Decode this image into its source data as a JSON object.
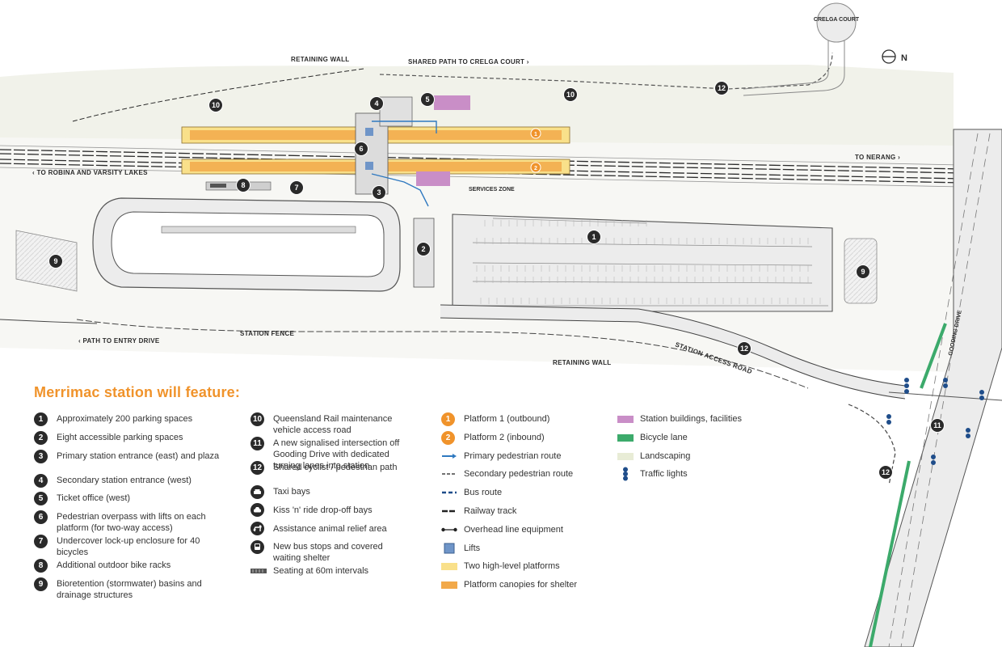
{
  "map": {
    "labels": {
      "crelga_court": "CRELGA COURT",
      "retaining_wall_top": "RETAINING WALL",
      "shared_path": "SHARED PATH TO CRELGA COURT ›",
      "to_robina": "‹ TO ROBINA AND VARSITY LAKES",
      "to_nerang": "TO NERANG ›",
      "services_zone": "SERVICES ZONE",
      "station_fence": "STATION FENCE",
      "path_to_entry": "‹ PATH TO ENTRY DRIVE",
      "retaining_wall_bottom": "RETAINING WALL",
      "station_access_road": "STATION ACCESS ROAD",
      "gooding_drive": "GOODING DRIVE",
      "north": "N"
    },
    "markers": [
      "1",
      "2",
      "3",
      "4",
      "5",
      "6",
      "7",
      "8",
      "9",
      "9",
      "10",
      "10",
      "11",
      "12",
      "12",
      "12",
      "1",
      "2"
    ]
  },
  "legend": {
    "title": "Merrimac station will feature:",
    "col1": [
      {
        "badge": "1",
        "text": "Approximately 200 parking spaces"
      },
      {
        "badge": "2",
        "text": "Eight accessible parking spaces"
      },
      {
        "badge": "3",
        "text": "Primary station entrance (east) and plaza"
      },
      {
        "badge": "4",
        "text": "Secondary station entrance (west)"
      },
      {
        "badge": "5",
        "text": "Ticket office (west)"
      },
      {
        "badge": "6",
        "text": "Pedestrian overpass with lifts on each platform (for two-way access)"
      },
      {
        "badge": "7",
        "text": "Undercover lock-up enclosure for 40 bicycles"
      },
      {
        "badge": "8",
        "text": "Additional outdoor bike racks"
      },
      {
        "badge": "9",
        "text": "Bioretention (stormwater) basins and drainage structures"
      }
    ],
    "col2": [
      {
        "badge": "10",
        "text": "Queensland Rail maintenance vehicle access road"
      },
      {
        "badge": "11",
        "text": "A new signalised intersection off Gooding Drive with dedicated turning lanes into station"
      },
      {
        "badge": "12",
        "text": "Shared cyclist / pedestrian path"
      },
      {
        "icon": "taxi-icon",
        "text": "Taxi bays"
      },
      {
        "icon": "car-icon",
        "text": "Kiss 'n' ride drop-off bays"
      },
      {
        "icon": "dog-icon",
        "text": "Assistance animal relief area"
      },
      {
        "icon": "bus-icon",
        "text": "New bus stops and covered waiting shelter"
      },
      {
        "icon": "seating-icon",
        "text": "Seating at 60m intervals"
      }
    ],
    "col3": [
      {
        "badge": "1",
        "orange": true,
        "text": "Platform 1 (outbound)"
      },
      {
        "badge": "2",
        "orange": true,
        "text": "Platform 2 (inbound)"
      },
      {
        "line": "primary",
        "text": "Primary pedestrian route"
      },
      {
        "line": "secondary",
        "text": "Secondary pedestrian route"
      },
      {
        "line": "bus",
        "text": "Bus route"
      },
      {
        "line": "rail",
        "text": "Railway track"
      },
      {
        "line": "ole",
        "text": "Overhead line equipment"
      },
      {
        "swatch": "lifts",
        "text": "Lifts"
      },
      {
        "swatch": "platforms",
        "text": "Two high-level platforms"
      },
      {
        "swatch": "canopies",
        "text": "Platform canopies for shelter"
      }
    ],
    "col4": [
      {
        "swatch": "buildings",
        "text": "Station buildings, facilities"
      },
      {
        "swatch": "bike",
        "text": "Bicycle lane"
      },
      {
        "swatch": "landscaping",
        "text": "Landscaping"
      },
      {
        "icon": "traffic-lights-icon",
        "text": "Traffic lights"
      }
    ]
  },
  "colors": {
    "badge": "#2a2a2a",
    "orange": "#f0932b",
    "platform": "#f9e08a",
    "canopy": "#f2a94a",
    "lift": "#6f95c8",
    "building": "#c98ec7",
    "bike": "#3caa6b",
    "landscape": "#e8ecd6",
    "route": "#2f79c0",
    "road_fill": "#ececec"
  }
}
